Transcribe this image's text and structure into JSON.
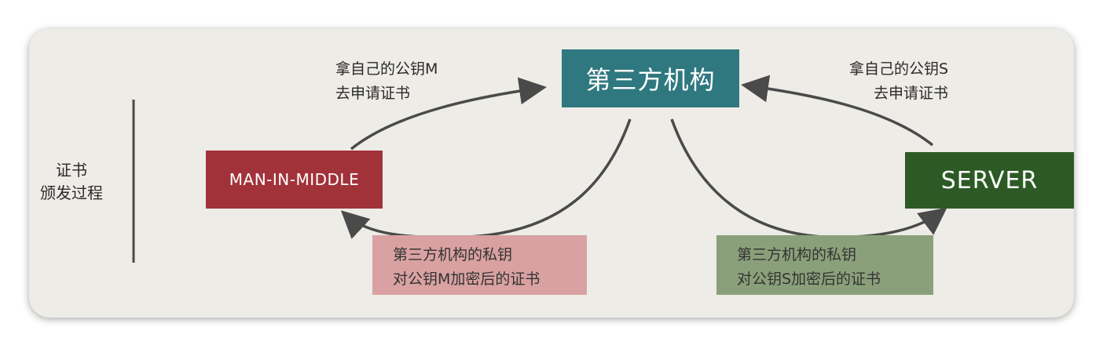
{
  "side_label": {
    "line1": "证书",
    "line2": "颁发过程"
  },
  "authority": {
    "label": "第三方机构"
  },
  "mitm": {
    "label": "MAN-IN-MIDDLE"
  },
  "server": {
    "label": "SERVER"
  },
  "mitm_request": {
    "line1": "拿自己的公钥M",
    "line2": "去申请证书"
  },
  "server_request": {
    "line1": "拿自己的公钥S",
    "line2": "去申请证书"
  },
  "mitm_cert": {
    "line1": "第三方机构的私钥",
    "line2": "对公钥M加密后的证书"
  },
  "server_cert": {
    "line1": "第三方机构的私钥",
    "line2": "对公钥S加密后的证书"
  },
  "colors": {
    "authority": "#2f7880",
    "mitm": "#a1323a",
    "server": "#2d5a24",
    "mitm_cert_bg": "#d9a1a1",
    "server_cert_bg": "#8aa07a",
    "arrow": "#4a4a4a"
  }
}
